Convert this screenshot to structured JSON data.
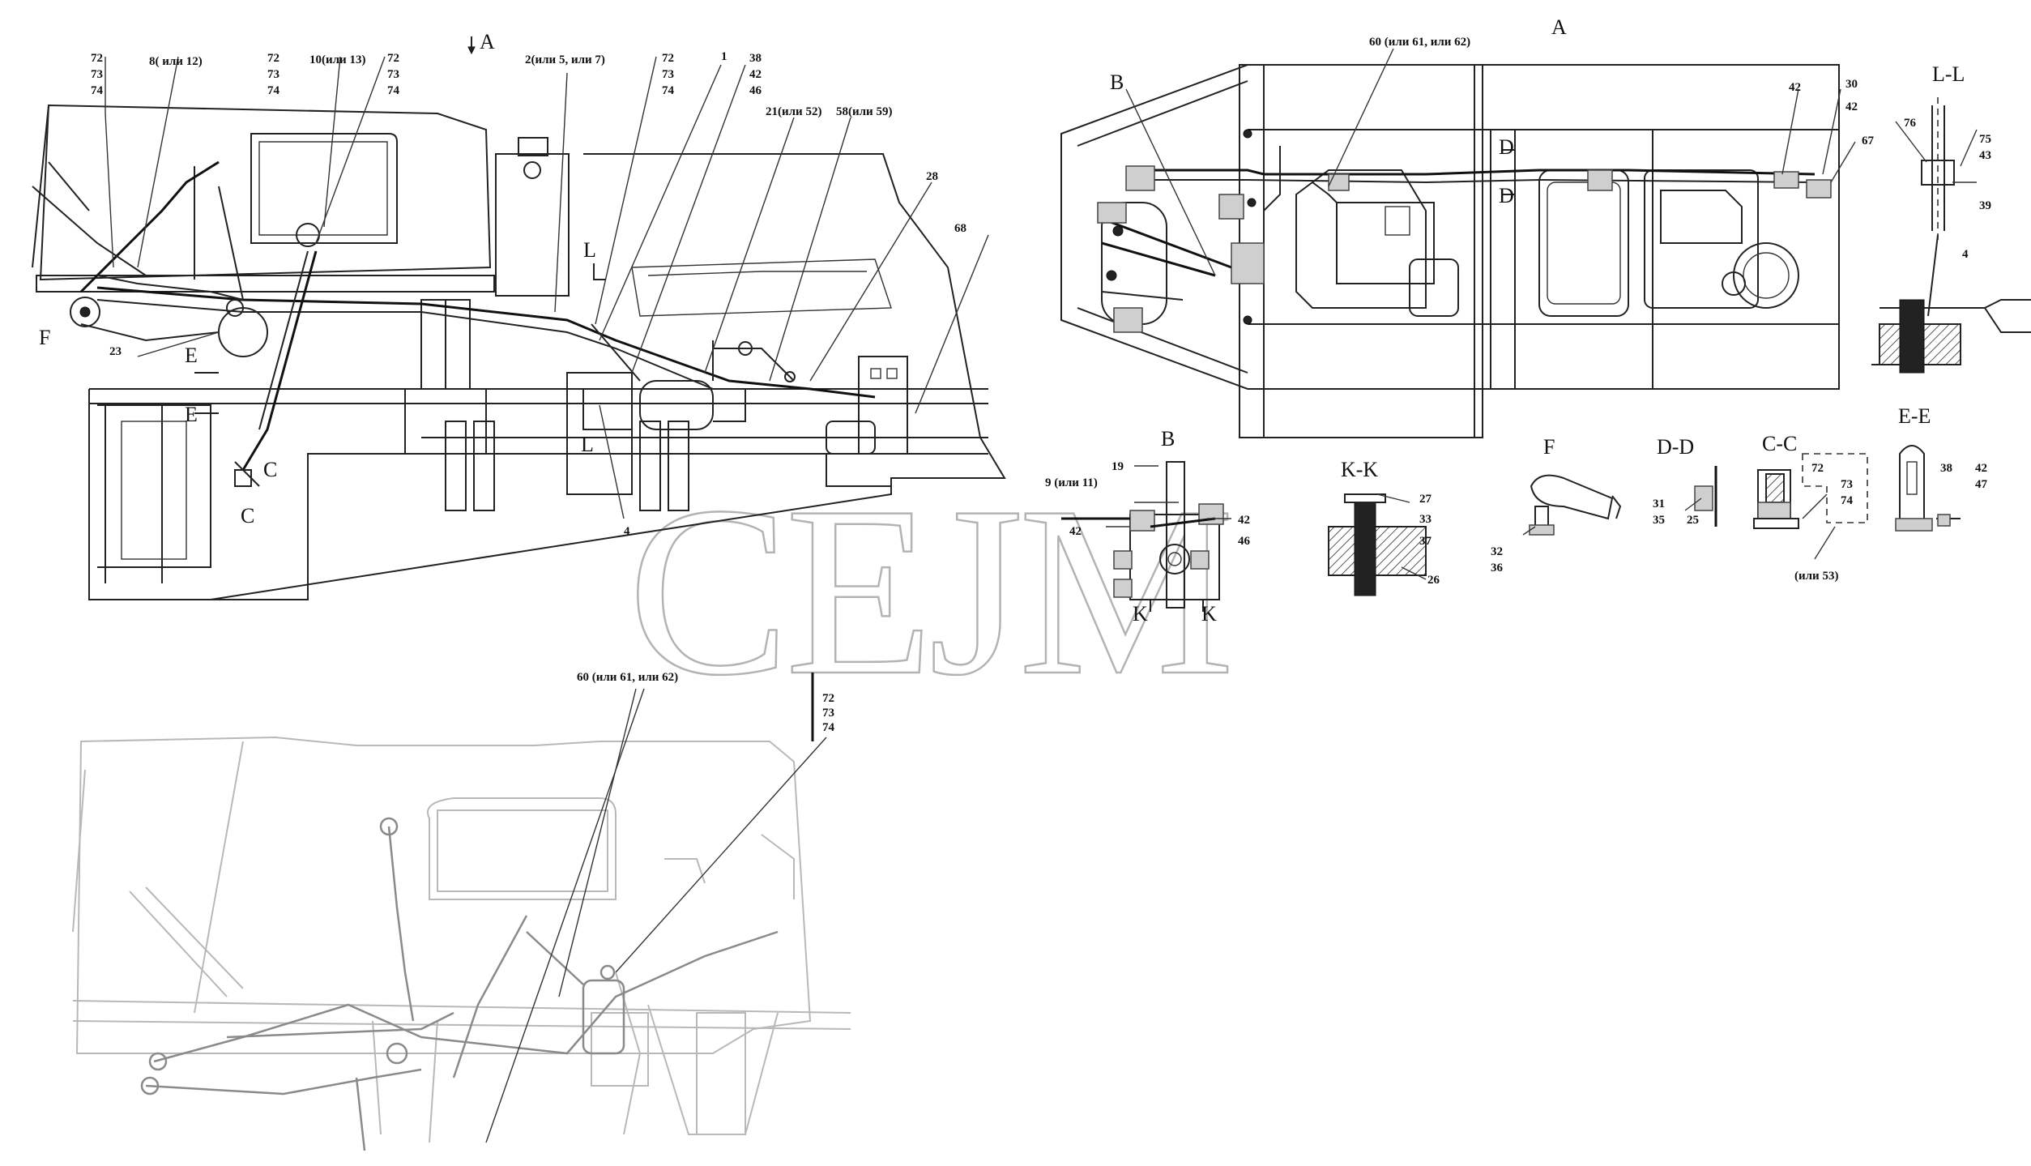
{
  "watermark": "CEJM",
  "sections": {
    "A_marker": "A",
    "A_view": "A",
    "B_view": "B",
    "B_mark": "B",
    "KK": "K-K",
    "K_left": "K",
    "K_right": "K",
    "F_view": "F",
    "F_mark": "F",
    "DD": "D-D",
    "D_top": "D",
    "D_bottom": "D",
    "CC": "C-C",
    "C_mark1": "C",
    "C_mark2": "C",
    "EE": "E-E",
    "E_mark1": "E",
    "E_mark2": "E",
    "LL": "L-L",
    "L_mark1": "L",
    "L_mark2": "L"
  },
  "labels": {
    "side_72a": "72",
    "side_73a": "73",
    "side_74a": "74",
    "side_8": "8( или 12)",
    "side_72b": "72",
    "side_73b": "73",
    "side_74b": "74",
    "side_10": "10(или 13)",
    "side_72c": "72",
    "side_73c": "73",
    "side_74c": "74",
    "side_2": "2(или 5, или 7)",
    "side_72d": "72",
    "side_73d": "73",
    "side_74d": "74",
    "side_1": "1",
    "side_38": "38",
    "side_42": "42",
    "side_46": "46",
    "side_21": "21(или 52)",
    "side_58": "58(или 59)",
    "side_28": "28",
    "side_68": "68",
    "side_23": "23",
    "side_4": "4",
    "top_60": "60 (или 61, или 62)",
    "top_42": "42",
    "top_30": "30",
    "top_42b": "42",
    "top_67": "67",
    "ll_76": "76",
    "ll_75": "75",
    "ll_43": "43",
    "ll_39": "39",
    "ll_4": "4",
    "b_19": "19",
    "b_9": "9 (или 11)",
    "b_42a": "42",
    "b_42b": "42",
    "b_46": "46",
    "kk_27": "27",
    "kk_33": "33",
    "kk_37": "37",
    "kk_26": "26",
    "f_32": "32",
    "f_36": "36",
    "dd_31": "31",
    "dd_35": "35",
    "dd_25": "25",
    "cc_72": "72",
    "cc_73": "73",
    "cc_74": "74",
    "cc_53": "(или 53)",
    "ee_38": "38",
    "ee_42": "42",
    "ee_47": "47",
    "bot_60": "60 (или 61, или 62)",
    "bot_72": "72",
    "bot_73": "73",
    "bot_74": "74"
  }
}
